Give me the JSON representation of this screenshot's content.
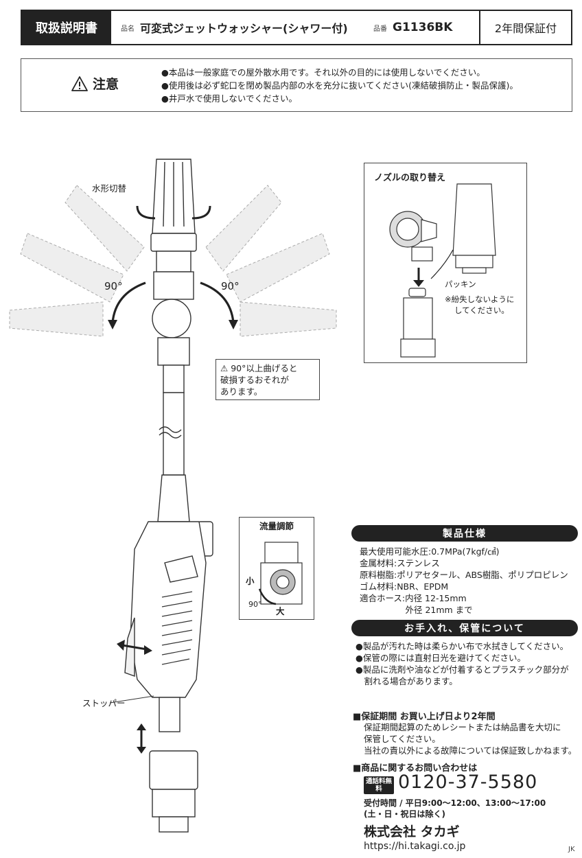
{
  "header": {
    "tag": "取扱説明書",
    "name_label": "品名",
    "name": "可変式ジェットウォッシャー(シャワー付)",
    "number_label": "品番",
    "number": "G1136BK",
    "warranty": "2年間保証付"
  },
  "caution": {
    "label": "注意",
    "items": [
      "●本品は一般家庭での屋外散水用です。それ以外の目的には使用しないでください。",
      "●使用後は必ず蛇口を閉め製品内部の水を充分に抜いてください(凍結破損防止・製品保護)。",
      "●井戸水で使用しないでください。"
    ]
  },
  "diagram": {
    "water_pattern": "水形切替",
    "angle_left": "90°",
    "angle_right": "90°",
    "bend_warning": [
      "90°以上曲げると",
      "破損するおそれが",
      "あります。"
    ],
    "stopper": "ストッパー",
    "nozzle_title": "ノズルの取り替え",
    "packing": "パッキン",
    "packing_note": [
      "※紛失しないように",
      "してください。"
    ],
    "flow_title": "流量調節",
    "flow_small": "小",
    "flow_large": "大",
    "flow_angle": "90°"
  },
  "spec": {
    "title": "製品仕様",
    "lines": [
      "最大使用可能水圧:0.7MPa(7kgf/㎠)",
      "金属材料:ステンレス",
      "原料樹脂:ポリアセタール、ABS樹脂、ポリプロピレン",
      "ゴム材料:NBR、EPDM",
      "適合ホース:内径 12-15mm",
      "　　　　　 外径 21mm まで"
    ]
  },
  "care": {
    "title": "お手入れ、保管について",
    "lines": [
      "●製品が汚れた時は柔らかい布で水拭きしてください。",
      "●保管の際には直射日光を避けてください。",
      "●製品に洗剤や油などが付着するとプラスチック部分が",
      "　割れる場合があります。"
    ]
  },
  "warranty": {
    "title": "■保証期間 お買い上げ日より2年間",
    "lines": [
      "保証期間起算のためレシートまたは納品書を大切に",
      "保管してください。",
      "当社の責以外による故障については保証致しかねます。"
    ]
  },
  "contact": {
    "title": "■商品に関するお問い合わせは",
    "free_dial": "通話料無料",
    "phone": "0120-37-5580",
    "hours": [
      "受付時間 / 平日9:00〜12:00、13:00〜17:00",
      "(土・日・祝日は除く)"
    ],
    "company": "株式会社 タカギ",
    "url": "https://hi.takagi.co.jp"
  },
  "footer_code": "JK"
}
